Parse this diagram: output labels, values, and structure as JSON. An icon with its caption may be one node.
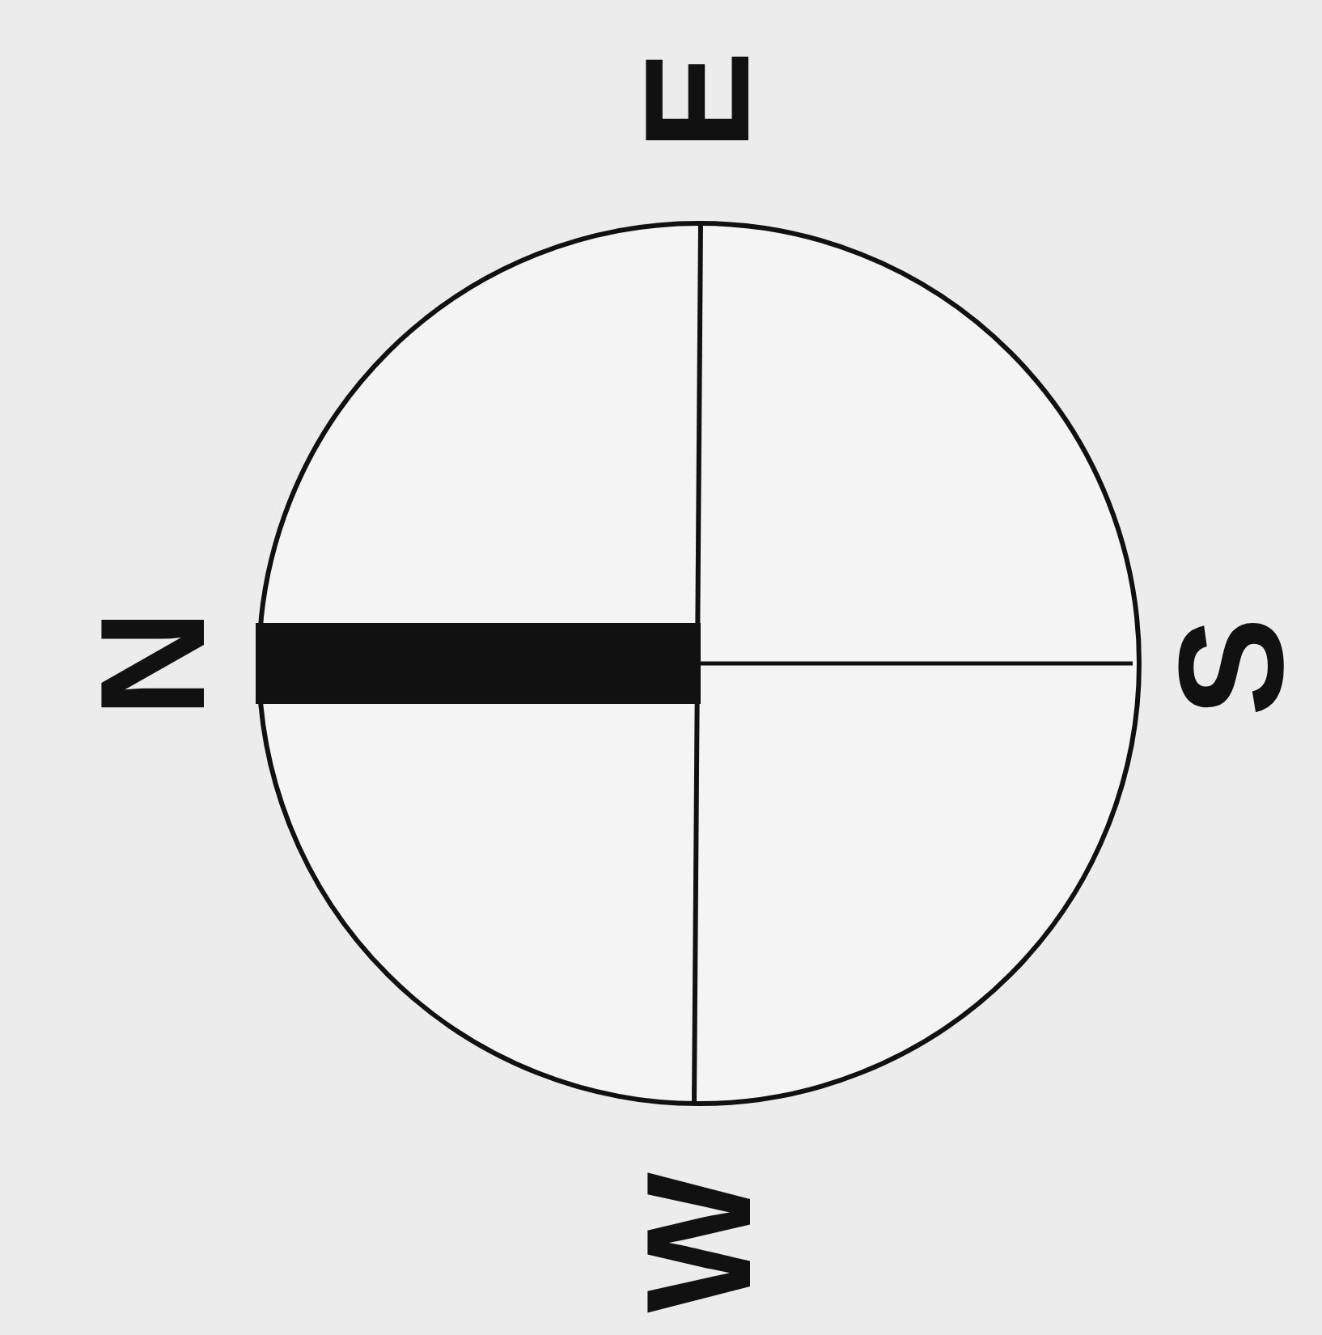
{
  "diagram": {
    "labels": [
      "E",
      "N",
      "S",
      "W"
    ]
  }
}
